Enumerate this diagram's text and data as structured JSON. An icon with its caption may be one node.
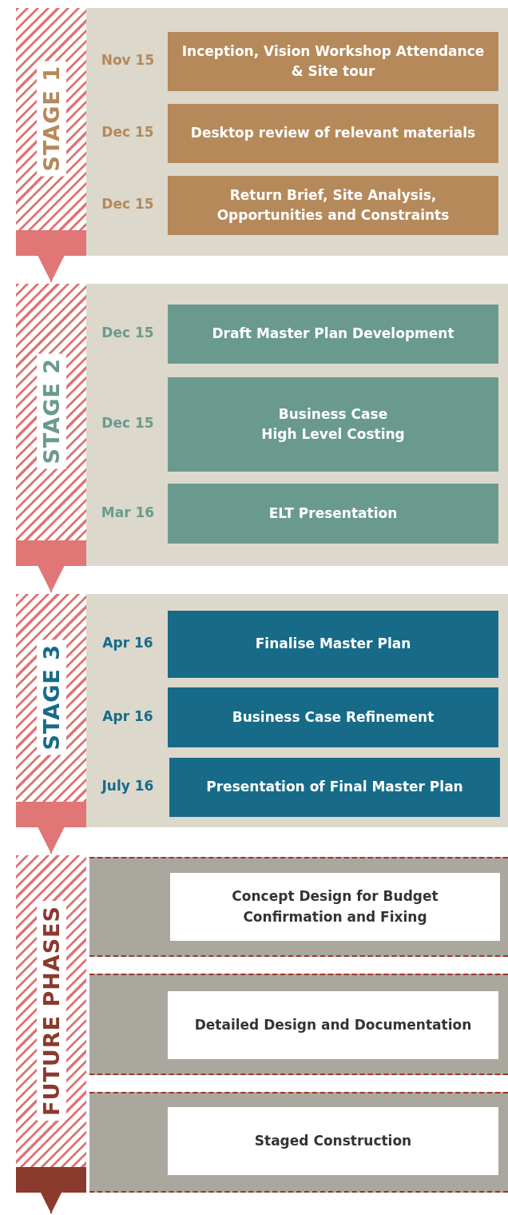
{
  "diagram": {
    "nodes": [
      {
        "text": [
          "STAGE 1"
        ]
      },
      {
        "text": [
          "Inception, Vision Workshop Attendance & Site tour"
        ],
        "in": 0,
        "beside": [
          "Nov 15"
        ]
      },
      {
        "text": [
          "Desktop review of relevant materials"
        ],
        "in": 0,
        "beside": [
          "Dec 15"
        ]
      },
      {
        "text": [
          "Return Brief, Site Analysis, Opportunities and Constraints"
        ],
        "in": 0,
        "beside": [
          "Dec 15"
        ]
      },
      {
        "text": [
          "STAGE 2"
        ]
      },
      {
        "text": [
          "Draft Master Plan Development"
        ],
        "in": 4,
        "beside": [
          "Dec 15"
        ]
      },
      {
        "text": [
          "Business Case",
          "High Level Costing"
        ],
        "in": 4,
        "beside": [
          "Dec 15"
        ]
      },
      {
        "text": [
          "ELT Presentation"
        ],
        "in": 4,
        "beside": [
          "Mar 16"
        ]
      },
      {
        "text": [
          "STAGE 3"
        ]
      },
      {
        "text": [
          "Finalise Master Plan"
        ],
        "in": 8,
        "beside": [
          "Apr 16"
        ]
      },
      {
        "text": [
          "Business Case Refinement"
        ],
        "in": 8,
        "beside": [
          "Apr 16"
        ]
      },
      {
        "text": [
          "Presentation of Final Master Plan"
        ],
        "in": 8,
        "beside": [
          "July 16"
        ]
      },
      {
        "text": [
          "FUTURE PHASES"
        ]
      },
      {
        "text": [
          "Concept Design for Budget Confirmation and Fixing"
        ],
        "in": 12
      },
      {
        "text": [
          "Detailed Design and Documentation"
        ],
        "in": 12
      },
      {
        "text": [
          "Staged Construction"
        ],
        "in": 12
      }
    ],
    "edges": [
      {
        "from": 0,
        "to": 4,
        "arrow": "to"
      },
      {
        "from": 4,
        "to": 8,
        "arrow": "to"
      },
      {
        "from": 8,
        "to": 12,
        "arrow": "to"
      },
      {
        "from": 12,
        "to": null,
        "arrow": "to",
        "color": "#8b3a2e"
      }
    ]
  }
}
